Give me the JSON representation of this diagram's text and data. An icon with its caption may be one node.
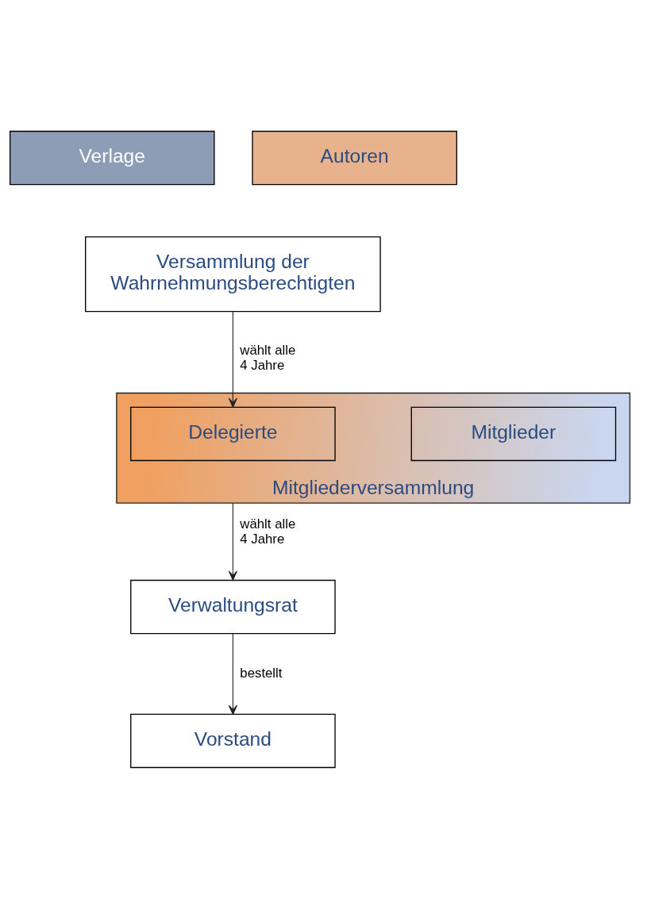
{
  "diagram": {
    "nodes": [
      {
        "text": [
          "Verlage"
        ]
      },
      {
        "text": [
          "Autoren"
        ]
      },
      {
        "text": [
          "Versammlung der Wahrnehmungsberechtigten"
        ]
      },
      {
        "text": [
          "Mitgliederversammlung"
        ]
      },
      {
        "text": [
          "Delegierte"
        ],
        "in": 3
      },
      {
        "text": [
          "Mitglieder"
        ],
        "in": 3
      },
      {
        "text": [
          "Verwaltungsrat"
        ]
      },
      {
        "text": [
          "Vorstand"
        ]
      }
    ],
    "edges": [
      {
        "from": 2,
        "to": 4,
        "arrow": "to",
        "label": "wählt alle 4 Jahre"
      },
      {
        "from": 3,
        "to": 6,
        "arrow": "to",
        "label": "wählt alle 4 Jahre"
      },
      {
        "from": 6,
        "to": 7,
        "arrow": "to",
        "label": "bestellt"
      }
    ]
  }
}
